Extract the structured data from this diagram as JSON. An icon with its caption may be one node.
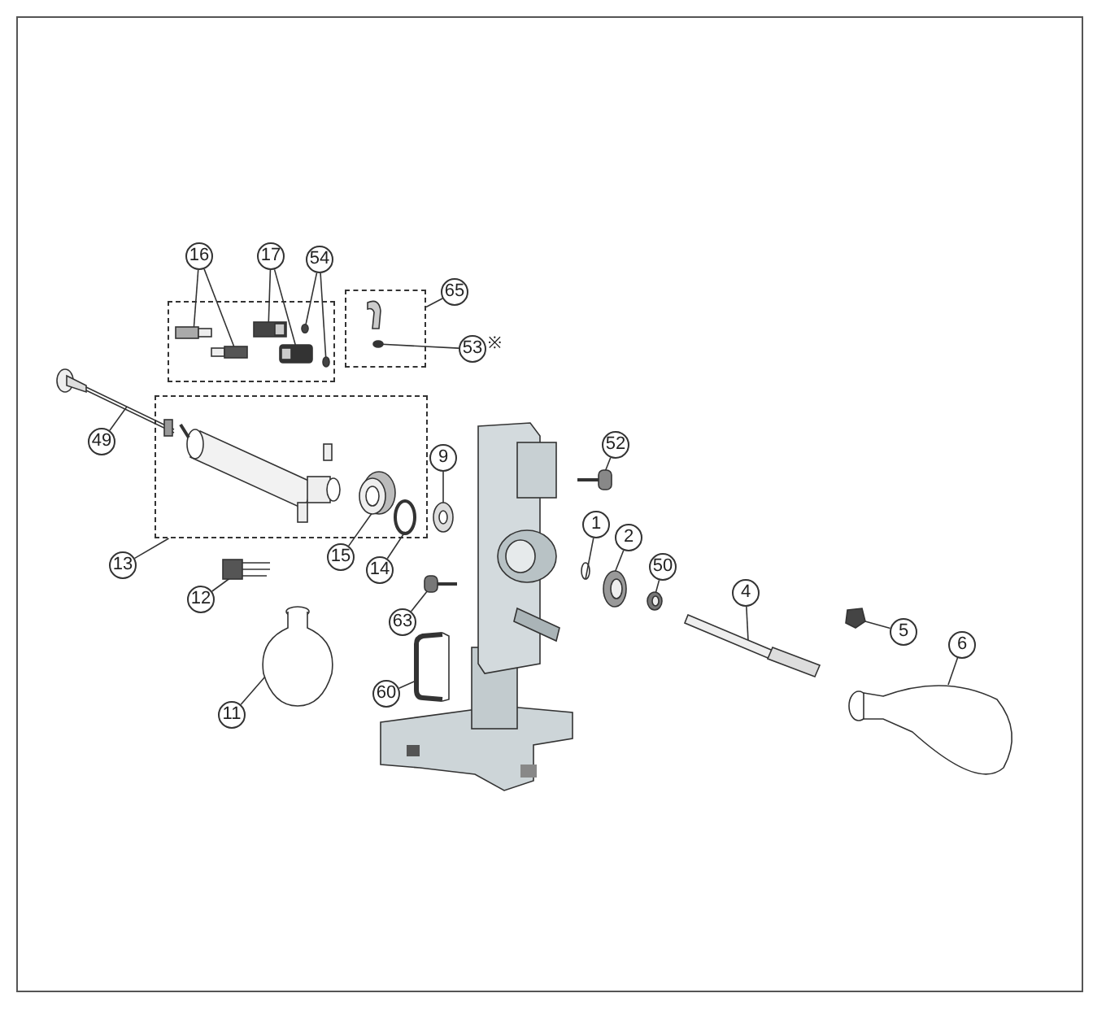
{
  "diagram": {
    "nodes": [
      {
        "text": [
          "16"
        ]
      },
      {
        "text": [
          "17"
        ]
      },
      {
        "text": [
          "54"
        ]
      },
      {
        "text": [
          "65"
        ]
      },
      {
        "text": [],
        "shape": "box"
      },
      {
        "text": [],
        "shape": "box",
        "in": 4
      },
      {
        "text": [],
        "shape": "box",
        "in": 4
      },
      {
        "text": [],
        "shape": "picture",
        "in": 4
      },
      {
        "text": [],
        "shape": "picture",
        "in": 4
      },
      {
        "text": [],
        "shape": "circle",
        "in": 4
      },
      {
        "text": [],
        "shape": "circle",
        "in": 4
      },
      {
        "text": [],
        "shape": "box"
      },
      {
        "text": [],
        "shape": "picture",
        "in": 11
      },
      {
        "text": [],
        "shape": "circle",
        "in": 11
      },
      {
        "text": [
          "53"
        ],
        "beside": [
          "※"
        ]
      },
      {
        "text": [
          "49"
        ]
      },
      {
        "text": [],
        "shape": "picture"
      },
      {
        "text": [],
        "shape": "box"
      },
      {
        "text": [],
        "shape": "picture",
        "in": 17
      },
      {
        "text": [
          "13"
        ]
      },
      {
        "text": [
          "9"
        ]
      },
      {
        "text": [],
        "shape": "picture"
      },
      {
        "text": [
          "15"
        ]
      },
      {
        "text": [],
        "shape": "picture",
        "in": 17
      },
      {
        "text": [
          "14"
        ]
      },
      {
        "text": [],
        "shape": "circle",
        "in": 17
      },
      {
        "text": [
          "52"
        ]
      },
      {
        "text": [],
        "shape": "picture"
      },
      {
        "text": [
          "1"
        ]
      },
      {
        "text": [],
        "shape": "circle"
      },
      {
        "text": [
          "2"
        ]
      },
      {
        "text": [],
        "shape": "picture"
      },
      {
        "text": [
          "50"
        ]
      },
      {
        "text": [],
        "shape": "picture"
      },
      {
        "text": [
          "4"
        ]
      },
      {
        "text": [],
        "shape": "bar"
      },
      {
        "text": [
          "5"
        ]
      },
      {
        "text": [],
        "shape": "picture"
      },
      {
        "text": [
          "6"
        ]
      },
      {
        "text": [],
        "shape": "picture"
      },
      {
        "text": [
          "12"
        ]
      },
      {
        "text": [],
        "shape": "picture"
      },
      {
        "text": [
          "63"
        ]
      },
      {
        "text": [],
        "shape": "picture"
      },
      {
        "text": [
          "11"
        ]
      },
      {
        "text": [],
        "shape": "picture"
      },
      {
        "text": [
          "60"
        ]
      },
      {
        "text": [],
        "shape": "picture"
      }
    ],
    "edges": [
      {
        "from": 0,
        "to": 5,
        "arrow": "none"
      },
      {
        "from": 0,
        "to": 6,
        "arrow": "none"
      },
      {
        "from": 1,
        "to": 7,
        "arrow": "none"
      },
      {
        "from": 1,
        "to": 8,
        "arrow": "none"
      },
      {
        "from": 2,
        "to": 9,
        "arrow": "none"
      },
      {
        "from": 2,
        "to": 10,
        "arrow": "none"
      },
      {
        "from": 3,
        "to": 11,
        "arrow": "none"
      },
      {
        "from": 14,
        "to": 13,
        "arrow": "none"
      },
      {
        "from": 15,
        "to": 16,
        "arrow": "none"
      },
      {
        "from": 19,
        "to": 17,
        "arrow": "none"
      },
      {
        "from": 20,
        "to": 21,
        "arrow": "none"
      },
      {
        "from": 22,
        "to": 23,
        "arrow": "none"
      },
      {
        "from": 24,
        "to": 25,
        "arrow": "none"
      },
      {
        "from": 26,
        "to": 27,
        "arrow": "none"
      },
      {
        "from": 28,
        "to": 29,
        "arrow": "none"
      },
      {
        "from": 30,
        "to": 31,
        "arrow": "none"
      },
      {
        "from": 32,
        "to": 33,
        "arrow": "none"
      },
      {
        "from": 34,
        "to": 35,
        "arrow": "none"
      },
      {
        "from": 36,
        "to": 37,
        "arrow": "none"
      },
      {
        "from": 38,
        "to": 39,
        "arrow": "none"
      },
      {
        "from": 40,
        "to": 41,
        "arrow": "none"
      },
      {
        "from": 42,
        "to": 43,
        "arrow": "none"
      },
      {
        "from": 44,
        "to": 45,
        "arrow": "none"
      },
      {
        "from": 46,
        "to": 47,
        "arrow": "none"
      }
    ]
  }
}
